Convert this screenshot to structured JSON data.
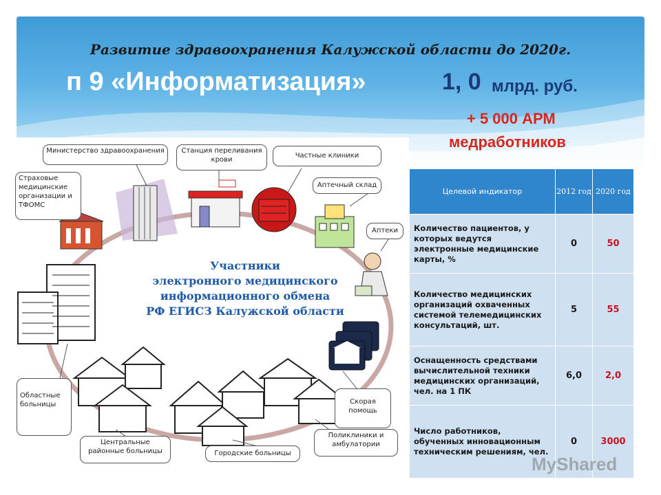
{
  "header": {
    "subtitle": "Развитие здравоохранения Калужской области до 2020г.",
    "title": "п 9 «Информатизация»",
    "budget_value": "1, 0",
    "budget_unit": "млрд. руб.",
    "arm_line1": "+ 5 000 АРМ",
    "arm_line2": "медработников"
  },
  "diagram": {
    "center_lines": [
      "Участники",
      "электронного медицинского",
      "информационного обмена",
      "РФ ЕГИСЗ Калужской области"
    ],
    "participants": [
      "Министерство здравоохранения",
      "Станция переливания крови",
      "Частные клиники",
      "Страховые медицинские организации и ТФОМС",
      "Аптечный склад",
      "Аптеки",
      "Областные больницы",
      "Скорая помощь",
      "Поликлиники и амбулатории",
      "Центральные районные больницы",
      "Городские больницы"
    ]
  },
  "table": {
    "headers": [
      "Целевой индикатор",
      "2012 год",
      "2020 год"
    ],
    "rows": [
      {
        "indicator": "Количество пациентов, у которых ведутся электронные медицинские карты, %",
        "v2012": "0",
        "v2020": "50"
      },
      {
        "indicator": "Количество медицинских организаций охваченных системой телемедицинских консультаций, шт.",
        "v2012": "5",
        "v2020": "55"
      },
      {
        "indicator": "Оснащенность средствами вычислительной техники медицинских организаций, чел. на 1 ПК",
        "v2012": "6,0",
        "v2020": "2,0"
      },
      {
        "indicator": "Число работников, обученных инновационным техническим решениям, чел.",
        "v2012": "0",
        "v2020": "3000"
      }
    ]
  },
  "watermark": "MyShared",
  "colors": {
    "title": "#ffffff",
    "budget": "#1b3a7a",
    "arm": "#d9261c",
    "table_header": "#2f86cc",
    "table_cell": "#cfe0f1",
    "v2020": "#c8141e"
  }
}
